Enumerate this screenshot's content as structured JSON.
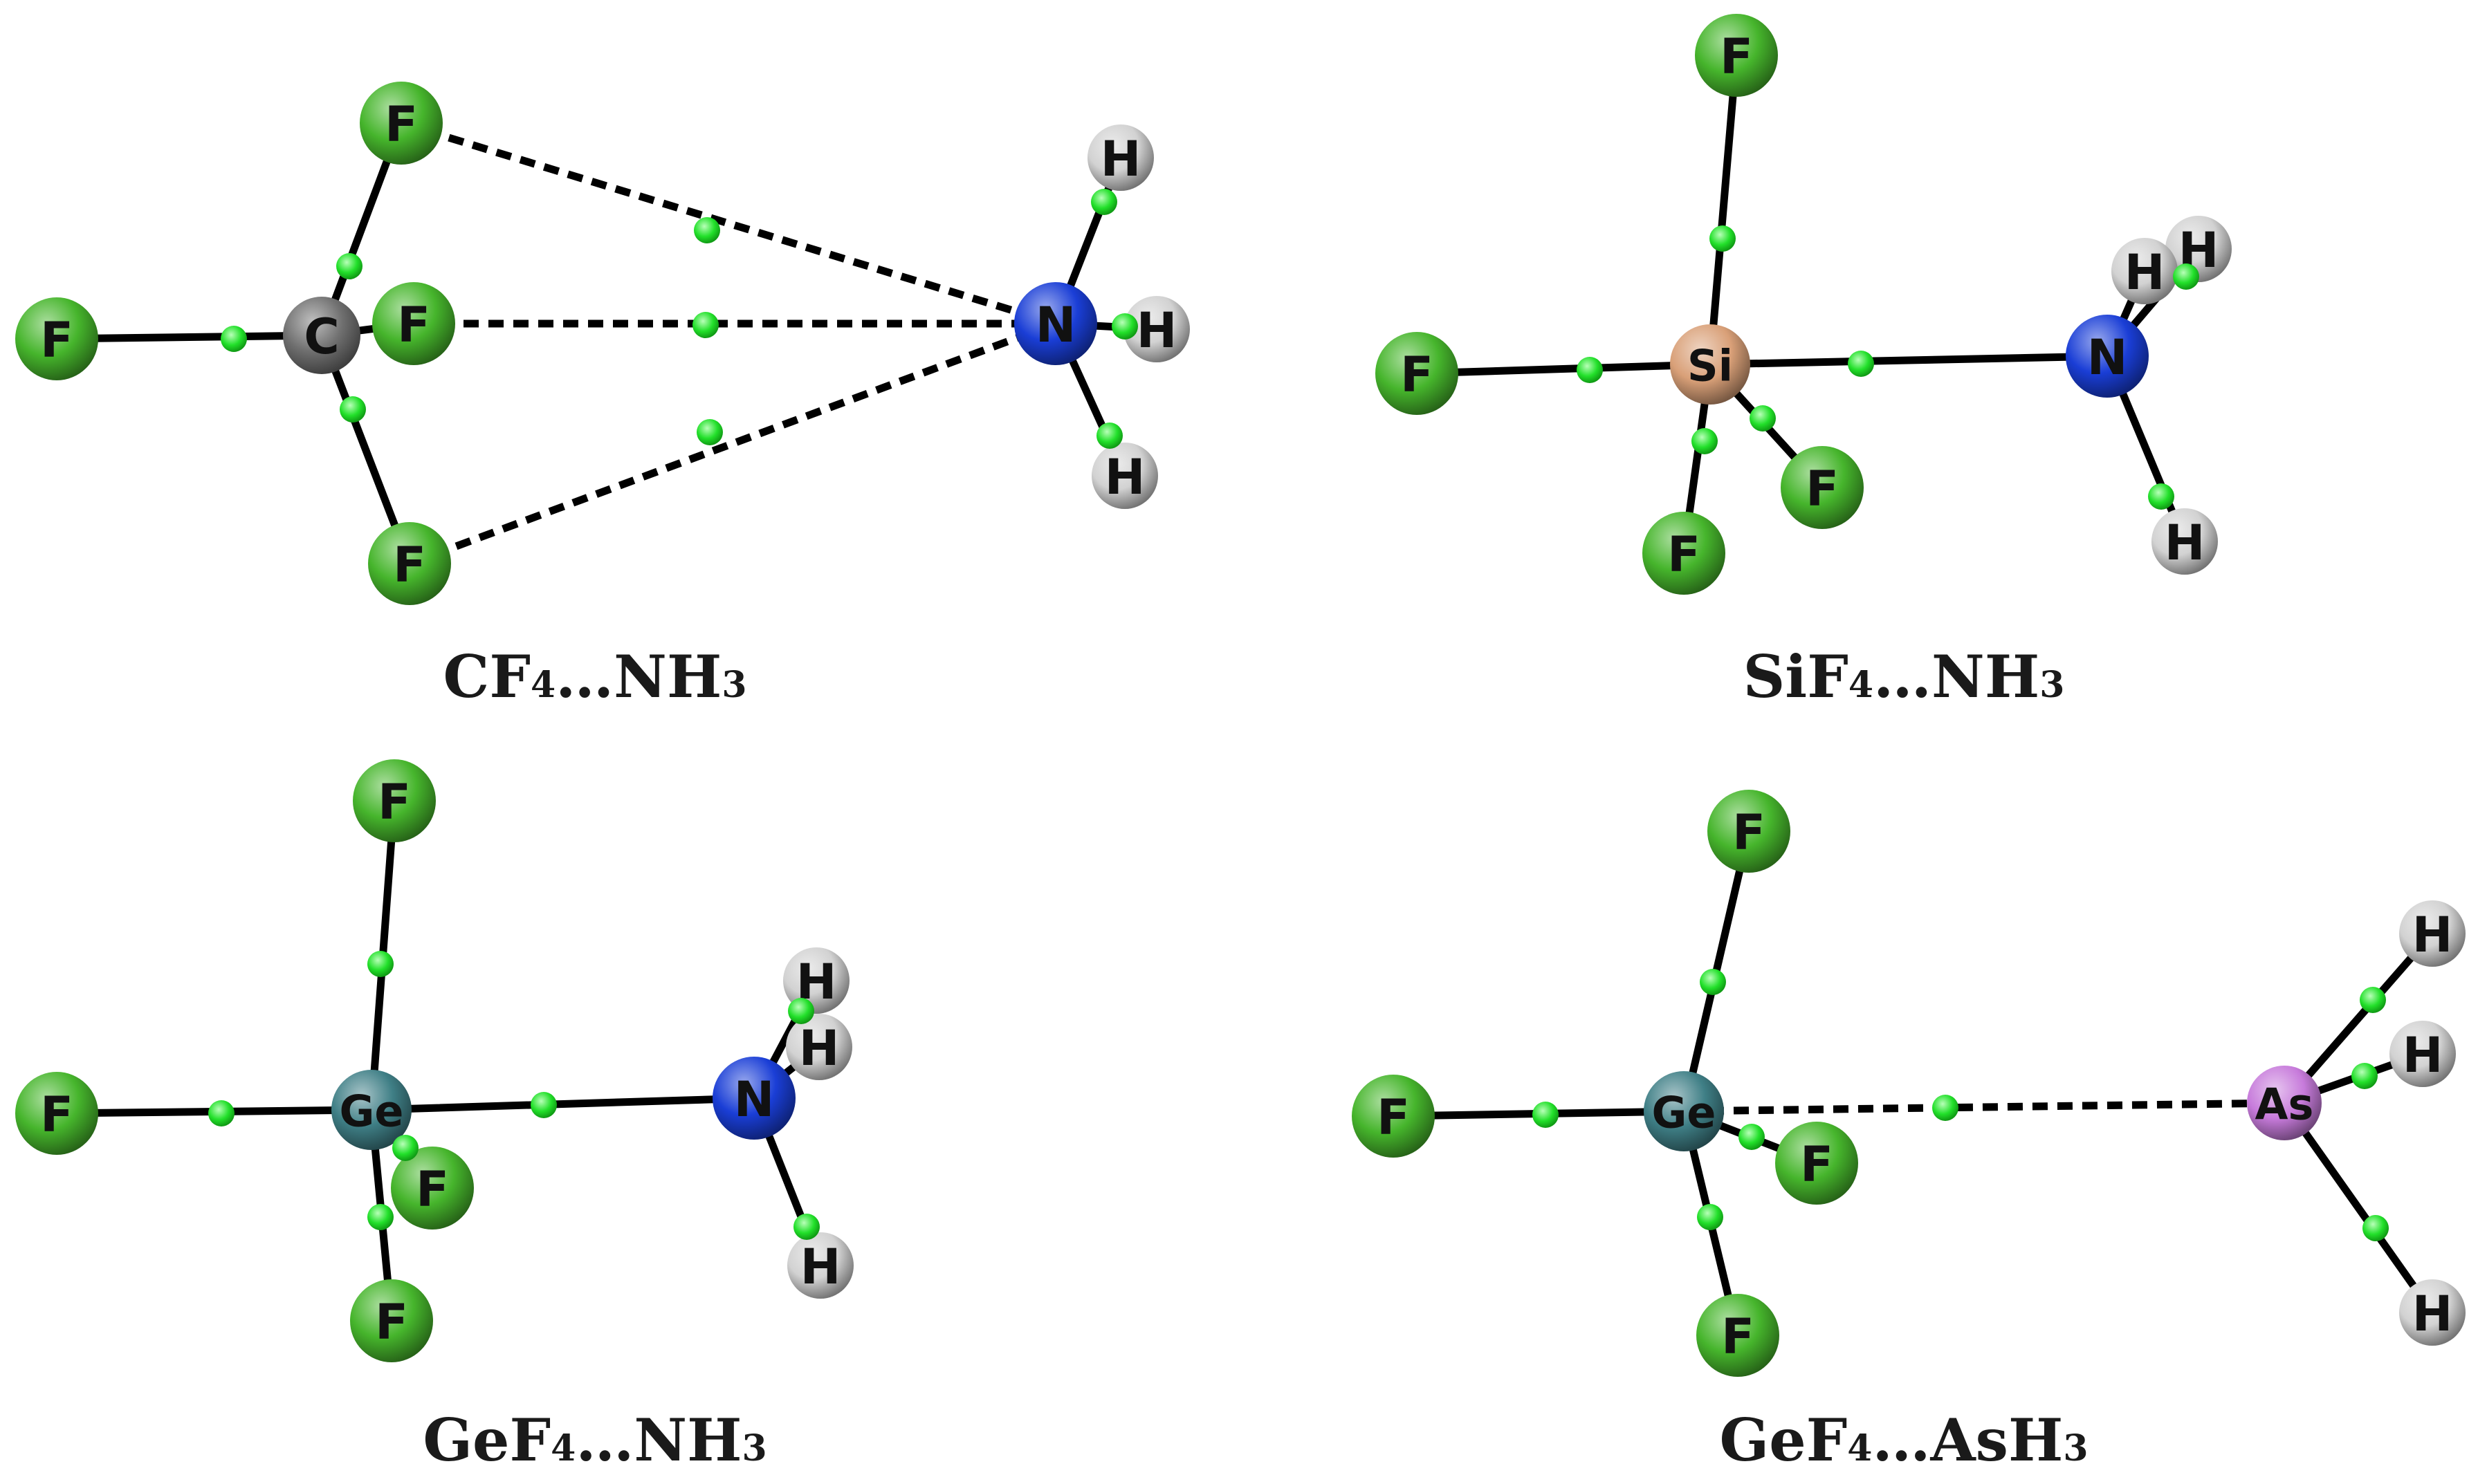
{
  "colors": {
    "F": "#46b52c",
    "C": "#707070",
    "N": "#1a3ed6",
    "H": "#d2d2d2",
    "Si": "#d9a078",
    "Ge": "#3f7f86",
    "As": "#c77bdb",
    "critical_point": "#22e02a",
    "bond": "#000000"
  },
  "panels": [
    {
      "id": "cf4-nh3",
      "caption_main": "CF",
      "caption_sub1": "4",
      "caption_mid": "…NH",
      "caption_sub2": "3",
      "atoms": [
        {
          "id": "c",
          "el": "C"
        },
        {
          "id": "f1",
          "el": "F"
        },
        {
          "id": "f2",
          "el": "F"
        },
        {
          "id": "f3",
          "el": "F"
        },
        {
          "id": "f4",
          "el": "F"
        },
        {
          "id": "n",
          "el": "N"
        },
        {
          "id": "h1",
          "el": "H"
        },
        {
          "id": "h2",
          "el": "H"
        },
        {
          "id": "h3",
          "el": "H"
        }
      ]
    },
    {
      "id": "sif4-nh3",
      "caption_main": "SiF",
      "caption_sub1": "4",
      "caption_mid": "…NH",
      "caption_sub2": "3",
      "atoms": [
        {
          "id": "si",
          "el": "Si"
        },
        {
          "id": "f1",
          "el": "F"
        },
        {
          "id": "f2",
          "el": "F"
        },
        {
          "id": "f3",
          "el": "F"
        },
        {
          "id": "f4",
          "el": "F"
        },
        {
          "id": "n",
          "el": "N"
        },
        {
          "id": "h1",
          "el": "H"
        },
        {
          "id": "h2",
          "el": "H"
        },
        {
          "id": "h3",
          "el": "H"
        }
      ]
    },
    {
      "id": "gef4-nh3",
      "caption_main": "GeF",
      "caption_sub1": "4",
      "caption_mid": "…NH",
      "caption_sub2": "3",
      "atoms": [
        {
          "id": "ge",
          "el": "Ge"
        },
        {
          "id": "f1",
          "el": "F"
        },
        {
          "id": "f2",
          "el": "F"
        },
        {
          "id": "f3",
          "el": "F"
        },
        {
          "id": "f4",
          "el": "F"
        },
        {
          "id": "n",
          "el": "N"
        },
        {
          "id": "h1",
          "el": "H"
        },
        {
          "id": "h2",
          "el": "H"
        },
        {
          "id": "h3",
          "el": "H"
        }
      ]
    },
    {
      "id": "gef4-ash3",
      "caption_main": "GeF",
      "caption_sub1": "4",
      "caption_mid": "…AsH",
      "caption_sub2": "3",
      "atoms": [
        {
          "id": "ge",
          "el": "Ge"
        },
        {
          "id": "f1",
          "el": "F"
        },
        {
          "id": "f2",
          "el": "F"
        },
        {
          "id": "f3",
          "el": "F"
        },
        {
          "id": "f4",
          "el": "F"
        },
        {
          "id": "as",
          "el": "As"
        },
        {
          "id": "h1",
          "el": "H"
        },
        {
          "id": "h2",
          "el": "H"
        },
        {
          "id": "h3",
          "el": "H"
        }
      ]
    }
  ]
}
